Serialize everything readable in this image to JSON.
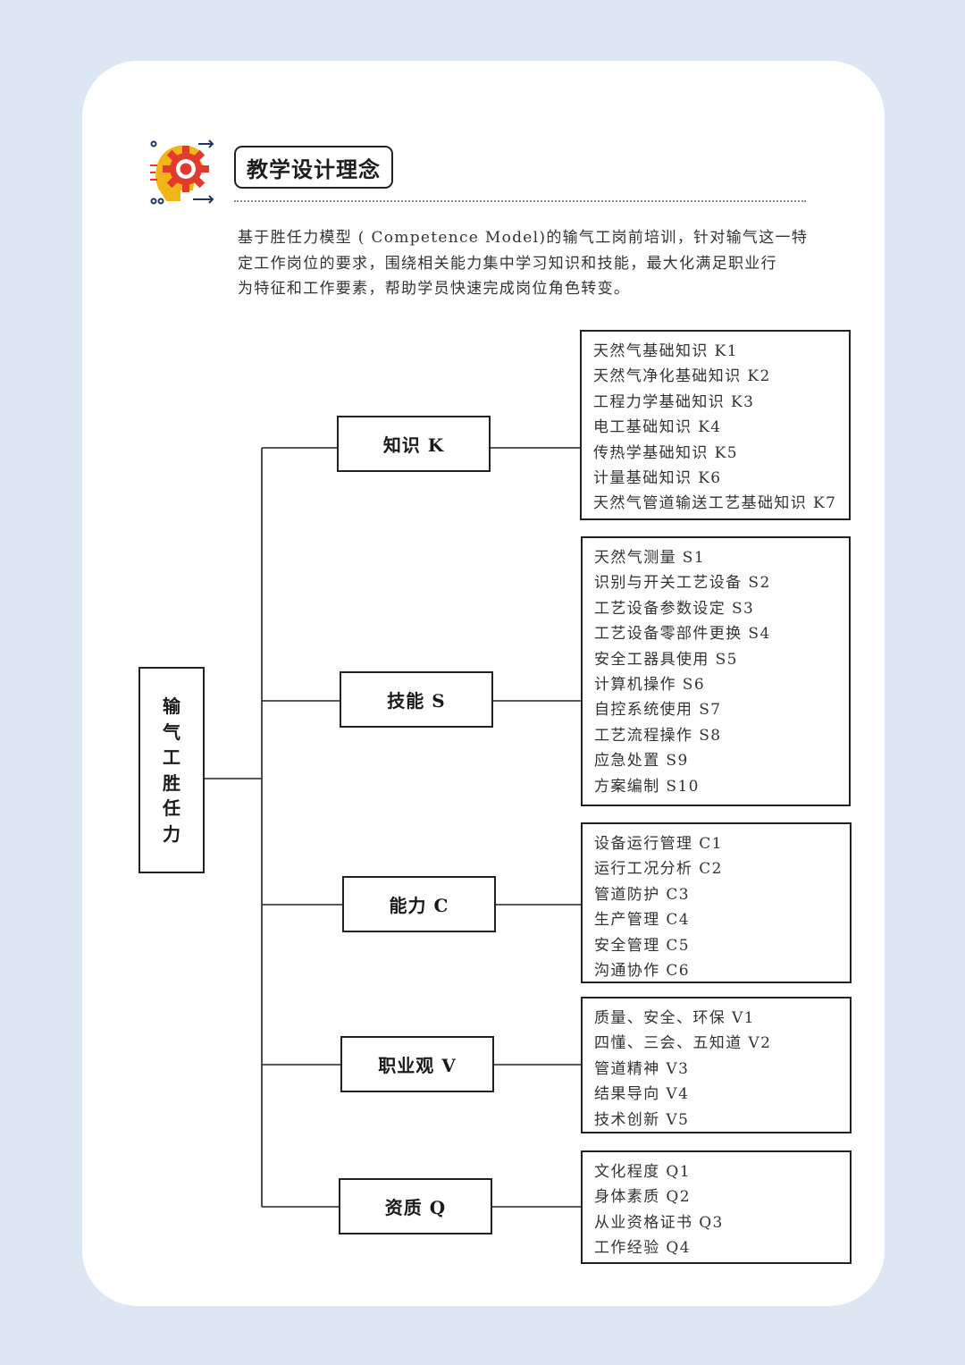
{
  "header": {
    "title": "教学设计理念",
    "logo_icon": "gear-head-icon"
  },
  "intro": {
    "lines": [
      "基于胜任力模型 ( Competence Model)的输气工岗前培训，针对输气这一特",
      "定工作岗位的要求，围绕相关能力集中学习知识和技能，最大化满足职业行",
      "为特征和工作要素，帮助学员快速完成岗位角色转变。"
    ]
  },
  "diagram": {
    "root": [
      "输",
      "气",
      "工",
      "胜",
      "任",
      "力"
    ],
    "branches": [
      {
        "label": "知识 K",
        "items": [
          "天然气基础知识 K1",
          "天然气净化基础知识 K2",
          "工程力学基础知识 K3",
          "电工基础知识 K4",
          "传热学基础知识 K5",
          "计量基础知识 K6",
          "天然气管道输送工艺基础知识 K7"
        ]
      },
      {
        "label": "技能 S",
        "items": [
          "天然气测量 S1",
          "识别与开关工艺设备 S2",
          "工艺设备参数设定 S3",
          "工艺设备零部件更换 S4",
          "安全工器具使用 S5",
          "计算机操作 S6",
          "自控系统使用 S7",
          "工艺流程操作 S8",
          "应急处置 S9",
          "方案编制 S10"
        ]
      },
      {
        "label": "能力 C",
        "items": [
          "设备运行管理 C1",
          "运行工况分析 C2",
          "管道防护 C3",
          "生产管理 C4",
          "安全管理 C5",
          "沟通协作 C6"
        ]
      },
      {
        "label": "职业观 V",
        "items": [
          "质量、安全、环保 V1",
          "四懂、三会、五知道 V2",
          "管道精神 V3",
          "结果导向 V4",
          "技术创新 V5"
        ]
      },
      {
        "label": "资质 Q",
        "items": [
          "文化程度 Q1",
          "身体素质 Q2",
          "从业资格证书 Q3",
          "工作经验 Q4"
        ]
      }
    ]
  },
  "colors": {
    "page_bg": "#dce7f3",
    "card_bg": "#ffffff",
    "line": "#222222",
    "logo_red": "#e23b2e",
    "logo_yellow": "#f2b417",
    "logo_navy": "#1f3a5f"
  }
}
